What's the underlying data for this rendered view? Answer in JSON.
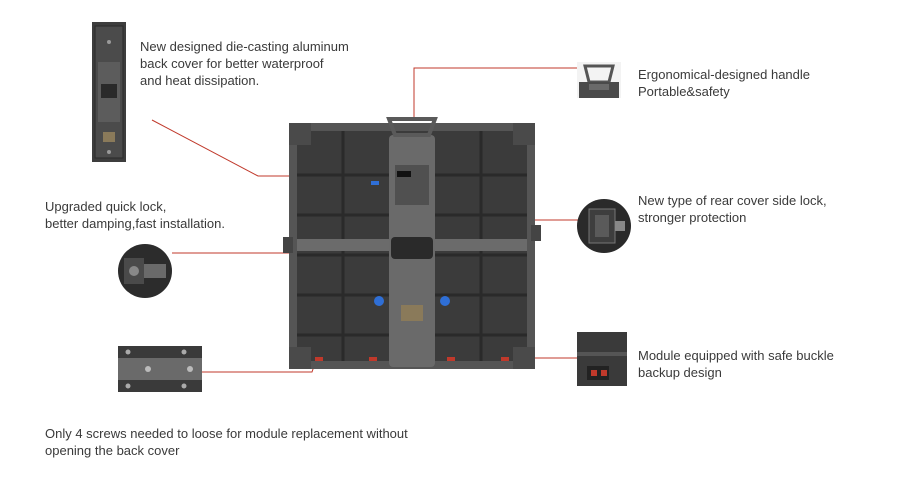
{
  "callouts": {
    "back_cover": "New designed die-casting  aluminum\nback cover for better waterproof\nand heat dissipation.",
    "handle": "Ergonomical-designed handle\nPortable&safety",
    "quick_lock": "Upgraded quick lock,\nbetter damping,fast installation.",
    "side_lock": "New type of rear cover side lock,\nstronger protection",
    "safe_buckle": "Module equipped with safe buckle\nbackup design",
    "screws": "Only 4 screws needed to loose for module replacement without\nopening the back cover"
  },
  "colors": {
    "leader_line": "#c0392b",
    "panel_dark": "#3b3b3b",
    "panel_frame": "#5a5a5a",
    "accent_blue": "#2f6fd6",
    "accent_red": "#c0392b"
  }
}
